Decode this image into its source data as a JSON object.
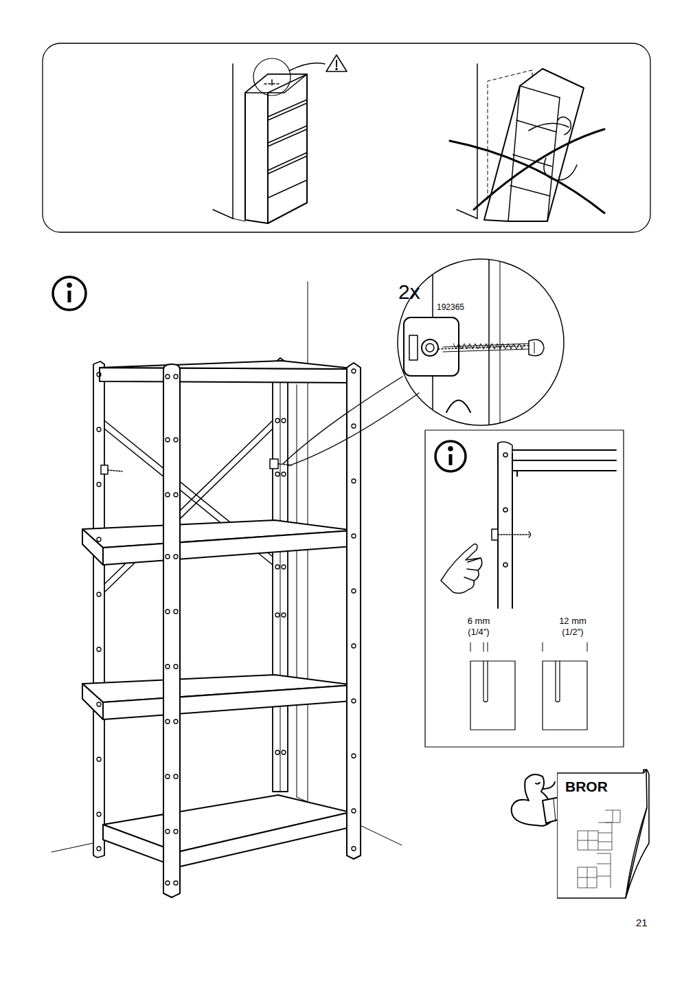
{
  "diagram": {
    "nodes": [
      {
        "text": [
          "BROR"
        ]
      }
    ],
    "labels": [
      "2x",
      "192365",
      "6 mm",
      "(1/4″)",
      "12 mm",
      "(1/2″)",
      "21"
    ]
  }
}
